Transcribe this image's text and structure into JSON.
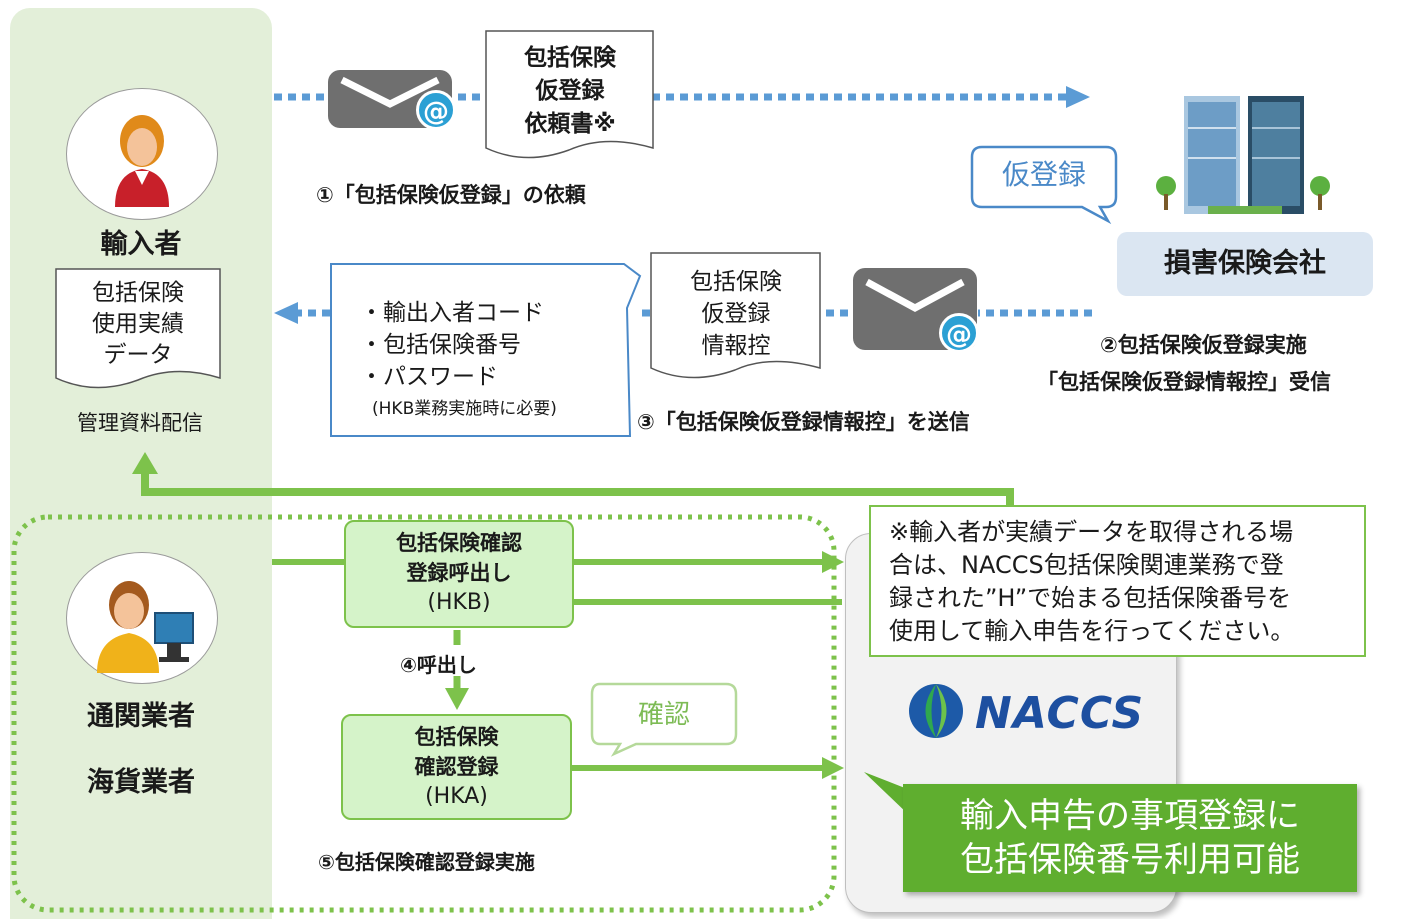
{
  "left": {
    "importer_label": "輸入者",
    "usage_doc": [
      "包括保険",
      "使用実績",
      "データ"
    ],
    "mgmt_label": "管理資料配信",
    "broker_label": "通関業者",
    "forwarder_label": "海貨業者"
  },
  "step1": {
    "doc": [
      "包括保険",
      "仮登録",
      "依頼書※"
    ],
    "caption": "①「包括保険仮登録」の依頼"
  },
  "insurer": {
    "bubble": "仮登録",
    "label": "損害保険会社"
  },
  "step2": {
    "caption_line1": "②包括保険仮登録実施",
    "caption_line2": "「包括保険仮登録情報控」受信"
  },
  "step3": {
    "doc": [
      "包括保険",
      "仮登録",
      "情報控"
    ],
    "bubble_items": [
      "・輸出入者コード",
      "・包括保険番号",
      "・パスワード"
    ],
    "bubble_note": "(HKB業務実施時に必要)",
    "caption": "③「包括保険仮登録情報控」を送信"
  },
  "hkb": {
    "line1": "包括保険確認",
    "line2": "登録呼出し",
    "code": "(HKB)"
  },
  "step4": "④呼出し",
  "confirm_bubble": "確認",
  "hka": {
    "line1": "包括保険",
    "line2": "確認登録",
    "code": "(HKA)"
  },
  "step5": "⑤包括保険確認登録実施",
  "note": [
    "※輸入者が実績データを取得される場",
    "合は、NACCS包括保険関連業務で登",
    "録された”H”で始まる包括保険番号を",
    "使用して輸入申告を行ってください。"
  ],
  "naccs_logo": "NACCS",
  "result": [
    "輸入申告の事項登録に",
    "包括保険番号利用可能"
  ],
  "icons": {
    "mail_at": "@"
  },
  "colors": {
    "green": "#7dc24b",
    "blue_dots": "#5b9bd5",
    "callout_blue": "#4a89c8"
  }
}
